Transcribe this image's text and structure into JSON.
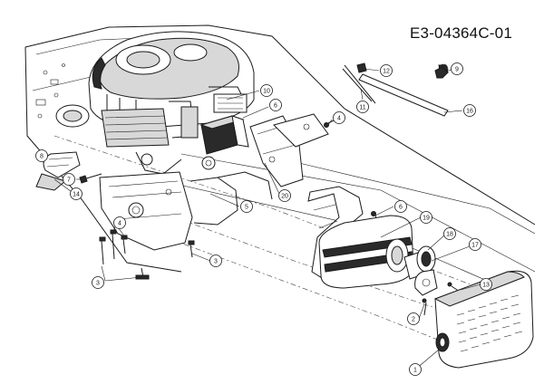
{
  "drawing_number": "E3-04364C-01",
  "callouts": [
    {
      "label": "1"
    },
    {
      "label": "2"
    },
    {
      "label": "3"
    },
    {
      "label": "3"
    },
    {
      "label": "4"
    },
    {
      "label": "4"
    },
    {
      "label": "5"
    },
    {
      "label": "6"
    },
    {
      "label": "6"
    },
    {
      "label": "7"
    },
    {
      "label": "8"
    },
    {
      "label": "9"
    },
    {
      "label": "10"
    },
    {
      "label": "11"
    },
    {
      "label": "12"
    },
    {
      "label": "13"
    },
    {
      "label": "14"
    },
    {
      "label": "16"
    },
    {
      "label": "17"
    },
    {
      "label": "18"
    },
    {
      "label": "19"
    },
    {
      "label": "20"
    }
  ]
}
